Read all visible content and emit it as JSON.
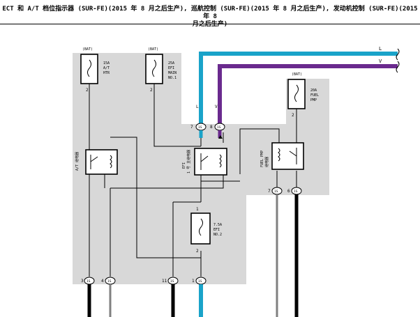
{
  "header": {
    "line1": "ECT 和 A/T 档位指示器 (SUR-FE)(2015 年 8 月之后生产), 巡航控制 (SUR-FE)(2015 年 8 月之后生产), 发动机控制 (SUR-FE)(2015 年 8",
    "line2": "月之后生产)"
  },
  "wires": {
    "top_blue_label": "L",
    "top_violet_label": "V",
    "blue_down_label": "L",
    "violet_down_label": "V"
  },
  "fuses": {
    "at_htr": {
      "source": "(BAT)",
      "rating": "15A",
      "name1": "A/T",
      "name2": "HTR",
      "pin": "2"
    },
    "efi_main": {
      "source": "(BAT)",
      "rating": "25A",
      "name1": "EFI",
      "name2": "MAIN",
      "name3": "NO.1",
      "pin": "2"
    },
    "fuel_pmp": {
      "source": "(BAT)",
      "rating": "20A",
      "name1": "FUEL",
      "name2": "PMP",
      "pin": "2"
    },
    "efi_no2": {
      "rating": "7.5A",
      "name1": "EFI",
      "name2": "NO.2",
      "pin_top": "1",
      "pin_bottom": "2"
    }
  },
  "relays": {
    "at_relay": {
      "label": "A/T 继电器"
    },
    "efi_relay": {
      "label1": "EFI",
      "label2": "1 号 主继电器"
    },
    "fuel_relay": {
      "label1": "FUEL PMP",
      "label2": "继电器"
    }
  },
  "connectors": {
    "c_7": {
      "pin": "7",
      "code": "1S"
    },
    "c_8": {
      "pin": "8",
      "code": "1S"
    },
    "c_f7": {
      "pin": "7",
      "code": "1S"
    },
    "c_f6": {
      "pin": "6",
      "code": "1S"
    },
    "c_b3": {
      "pin": "3",
      "code": "1S"
    },
    "c_b4": {
      "pin": "4",
      "code": "1S"
    },
    "c_b11": {
      "pin": "11",
      "code": "1S"
    },
    "c_b1": {
      "pin": "1",
      "code": "1S"
    }
  },
  "colors": {
    "blue_wire": "#1aa3c9",
    "violet_wire": "#6a2a8e",
    "block_fill": "#d8d8d8"
  }
}
